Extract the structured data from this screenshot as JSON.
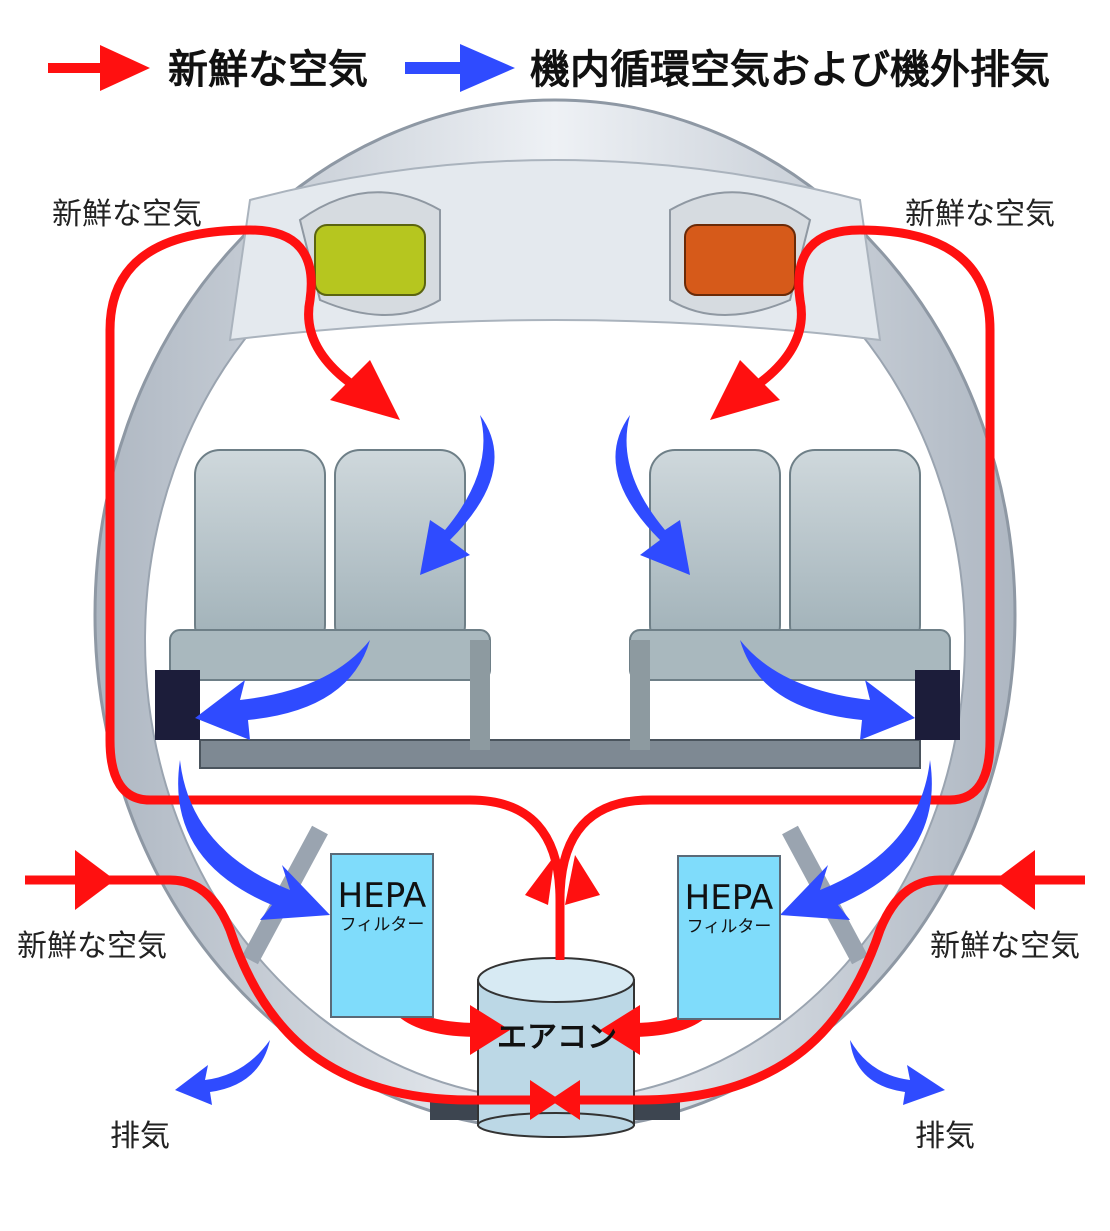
{
  "legend": {
    "fresh_air": "新鮮な空気",
    "recirculated": "機内循環空気および機外排気"
  },
  "labels": {
    "fresh_air_top_left": "新鮮な空気",
    "fresh_air_top_right": "新鮮な空気",
    "fresh_air_left": "新鮮な空気",
    "fresh_air_right": "新鮮な空気",
    "exhaust_left": "排気",
    "exhaust_right": "排気"
  },
  "hepa_left": {
    "title": "HEPA",
    "subtitle": "フィルター"
  },
  "hepa_right": {
    "title": "HEPA",
    "subtitle": "フィルター"
  },
  "aircon": {
    "label": "エアコン"
  },
  "colors": {
    "fresh": "#ff1010",
    "recirculated": "#2f4bff",
    "hepa": "#7fdcfb",
    "aircon": "#bcd8e6",
    "fuselage": "#dde3ea"
  }
}
